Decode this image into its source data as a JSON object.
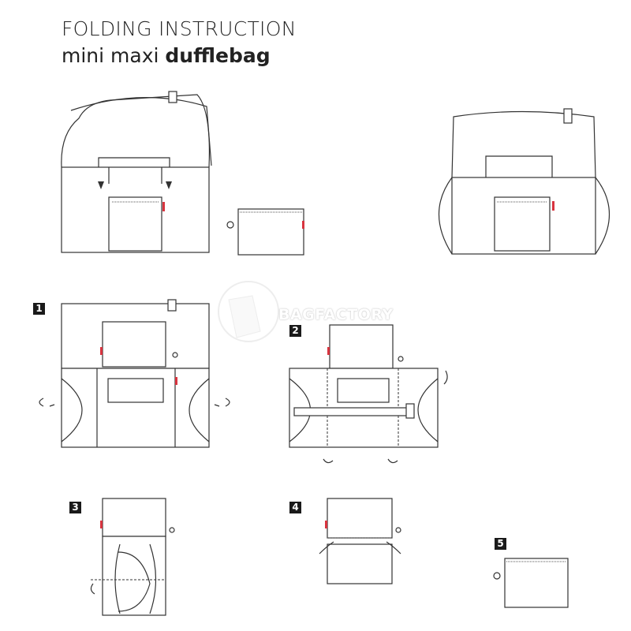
{
  "title": {
    "line1": "FOLDING INSTRUCTION",
    "line2_prefix": "mini maxi",
    "line2_bold": "dufflebag"
  },
  "watermark": "BAGFACTORY",
  "steps": [
    "1",
    "2",
    "3",
    "4",
    "5"
  ],
  "colors": {
    "tag": "#d8343f",
    "badge": "#1a1a1a"
  }
}
